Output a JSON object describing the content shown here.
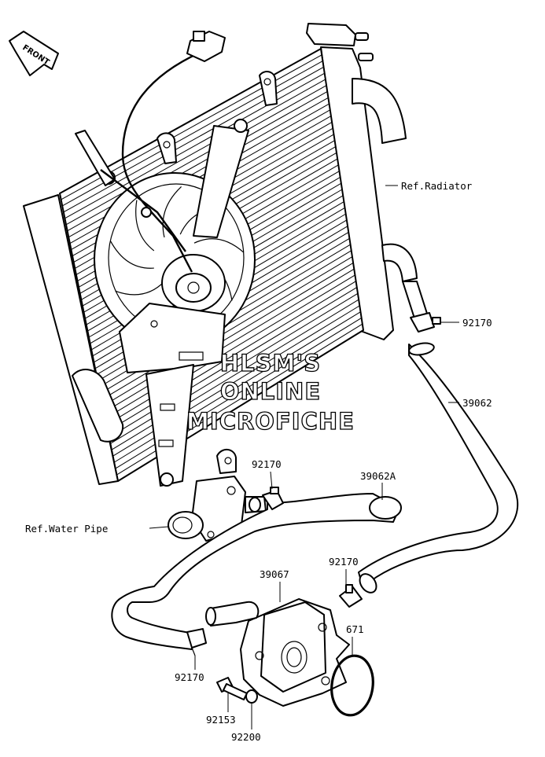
{
  "front_badge": {
    "text": "FRONT"
  },
  "watermark": {
    "line1": "HLSM'S",
    "line2": "ONLINE",
    "line3": "MICROFICHE"
  },
  "callouts": {
    "ref_radiator": "Ref.Radiator",
    "ref_water_pipe": "Ref.Water Pipe",
    "part_92170_a": "92170",
    "part_39062": "39062",
    "part_92170_b": "92170",
    "part_39062a": "39062A",
    "part_92170_c": "92170",
    "part_39067": "39067",
    "part_671": "671",
    "part_92170_d": "92170",
    "part_92153": "92153",
    "part_92200": "92200"
  }
}
